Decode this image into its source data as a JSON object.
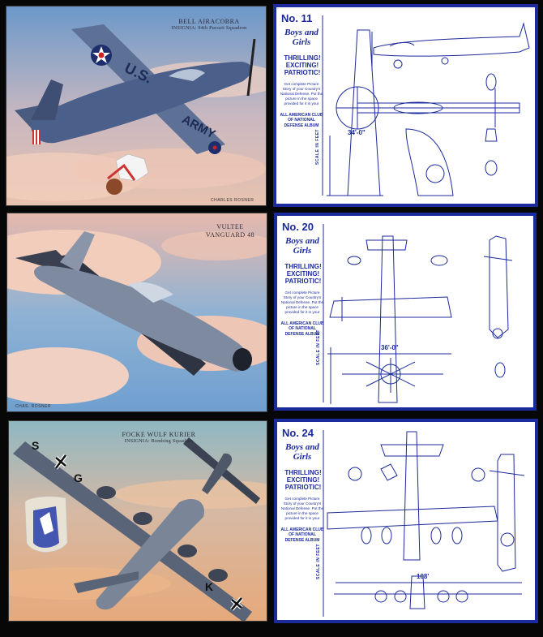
{
  "cards": [
    {
      "art": {
        "title": "BELL AIRACOBRA",
        "insignia": "INSIGNIA: 94th Pursuit Squadron",
        "signature": "CHARLES ROSNER",
        "fuselage_text": "U.S.",
        "wing_text": "ARMY"
      },
      "blueprint": {
        "number": "No. 11",
        "dimension": "34'-0\"",
        "scale_label": "SCALE IN FEET"
      }
    },
    {
      "art": {
        "title": "VULTEE VANGUARD 48",
        "insignia": "",
        "signature": "CHAS. ROSNER"
      },
      "blueprint": {
        "number": "No. 20",
        "dimension": "36'-0\"",
        "scale_label": "SCALE IN FEET"
      }
    },
    {
      "art": {
        "title": "FOCKE WULF KURIER",
        "insignia": "INSIGNIA: Bombing Squadron",
        "signature": "",
        "wing_letters": [
          "S",
          "G",
          "K"
        ]
      },
      "blueprint": {
        "number": "No. 24",
        "dimension": "108'",
        "scale_label": "SCALE IN FEET"
      }
    }
  ],
  "common": {
    "boys_girls": "Boys and Girls",
    "thrilling": "THRILLING! EXCITING! PATRIOTIC!",
    "small_text": "Get complete Picture Story of your Country's National Defense. Put the picture in the space provided for it in your",
    "club": "ALL AMERICAN CLUB OF NATIONAL DEFENSE ALBUM"
  },
  "colors": {
    "blueprint_blue": "#1b2a9c",
    "sky_blue": "#6f9fcf",
    "cloud_pink": "#e9b9a8",
    "plane_blue": "#4a5f8a"
  }
}
